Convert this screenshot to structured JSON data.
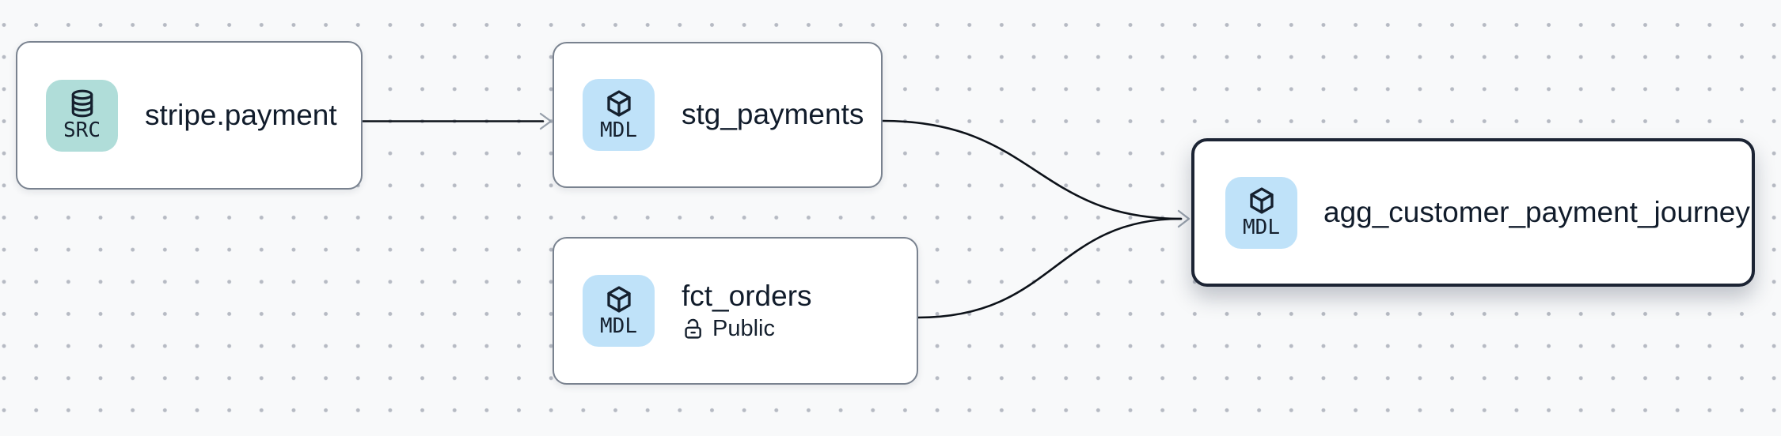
{
  "canvas": {
    "type": "lineage-graph"
  },
  "nodes": [
    {
      "id": "stripe.payment",
      "label": "stripe.payment",
      "badge": "SRC",
      "icon": "database-icon",
      "selected": false
    },
    {
      "id": "stg_payments",
      "label": "stg_payments",
      "badge": "MDL",
      "icon": "cube-icon",
      "selected": false
    },
    {
      "id": "fct_orders",
      "label": "fct_orders",
      "badge": "MDL",
      "icon": "cube-icon",
      "visibility": {
        "icon": "unlock-icon",
        "label": "Public"
      },
      "selected": false
    },
    {
      "id": "agg_customer_payment_journey",
      "label": "agg_customer_payment_journey",
      "badge": "MDL",
      "icon": "cube-icon",
      "selected": true
    }
  ],
  "edges": [
    {
      "source": "stripe.payment",
      "target": "stg_payments"
    },
    {
      "source": "stg_payments",
      "target": "agg_customer_payment_journey"
    },
    {
      "source": "fct_orders",
      "target": "agg_customer_payment_journey"
    }
  ],
  "colors": {
    "background": "#f8f9fa",
    "grid_dot": "#b6bac3",
    "node_fill": "#ffffff",
    "node_border": "#79828f",
    "selected_node_border": "#1c2434",
    "label_text": "#111c2b",
    "edge_line": "#0d1219",
    "arrowhead": "#98a1ac",
    "src_badge_bg": "#b0ddd9",
    "mdl_badge_bg": "#bfe2f9"
  }
}
